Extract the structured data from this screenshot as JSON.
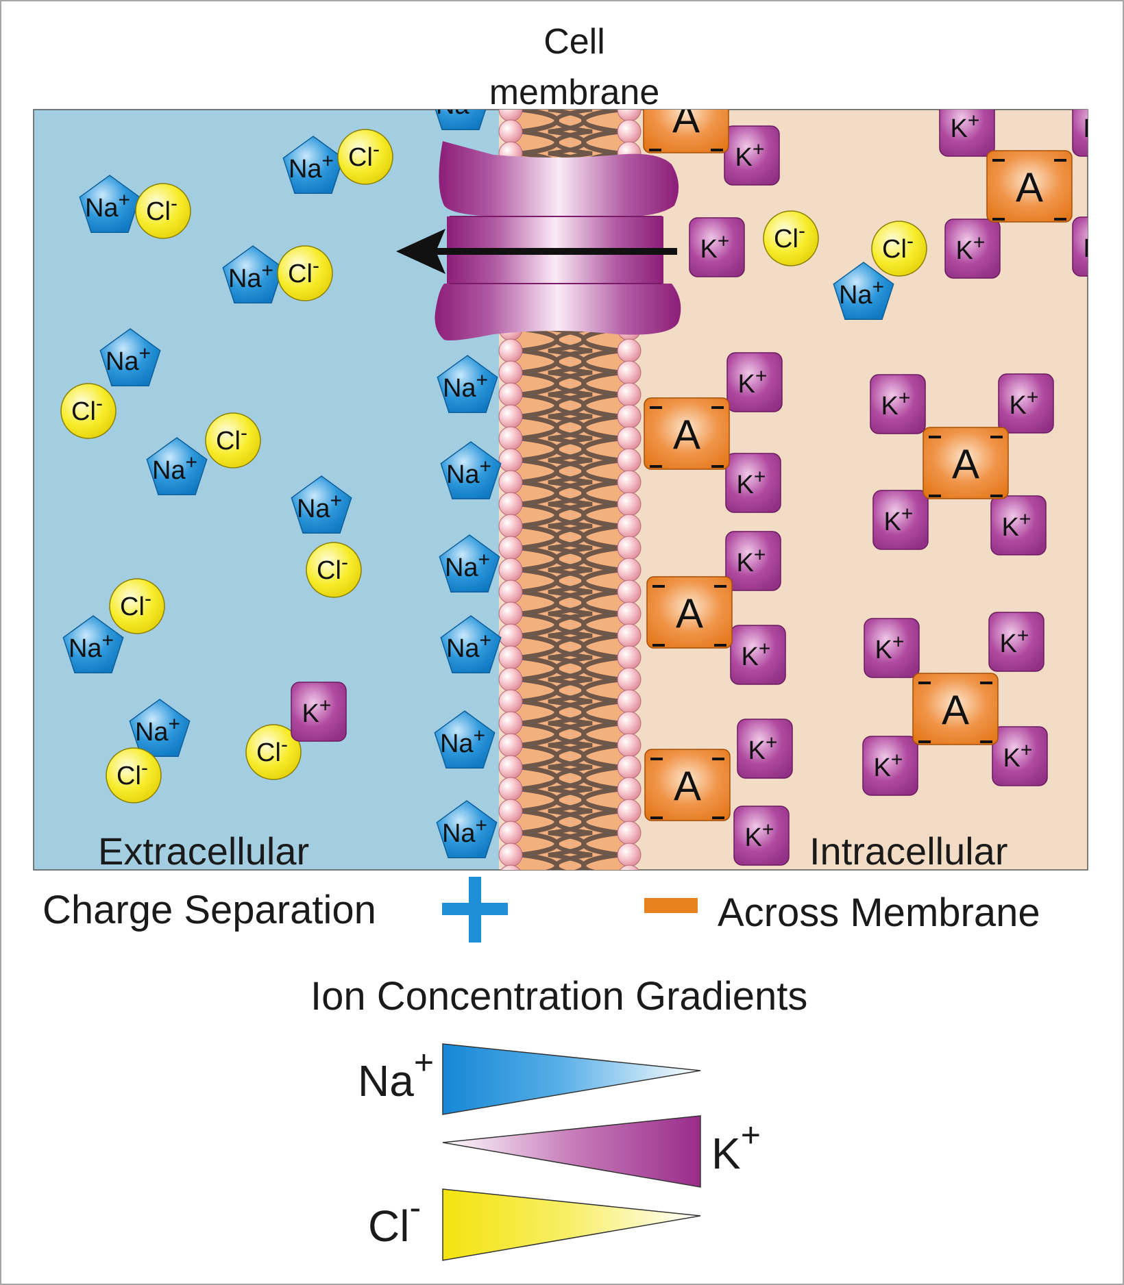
{
  "title": {
    "line1": "Cell",
    "line2": "membrane"
  },
  "regions": {
    "extracellular": "Extracellular",
    "intracellular": "Intracellular"
  },
  "ions": {
    "sodium": "Na",
    "potassium": "K",
    "chloride": "Cl",
    "anion": "A",
    "plus": "+",
    "minus": "-"
  },
  "charge_separation": {
    "left": "Charge Separation",
    "right": "Across Membrane"
  },
  "gradients": {
    "heading": "Ion Concentration Gradients",
    "sodium": "Na",
    "potassium": "K",
    "chloride": "Cl",
    "plus": "+",
    "minus": "-"
  },
  "colors": {
    "extracellular": "#a3cde0",
    "intracellular": "#f3dcc6",
    "sodium": "#1e8fd8",
    "potassium": "#a03c92",
    "chloride": "#f3e61a",
    "anion": "#e8821e",
    "channel": "#8c1e78",
    "membrane_core": "#f2b07e",
    "lipid_head": "#f2b5bd"
  },
  "icons": [
    "ion-channel-icon",
    "efflux-arrow-icon",
    "plus-sign-icon",
    "minus-sign-icon"
  ]
}
